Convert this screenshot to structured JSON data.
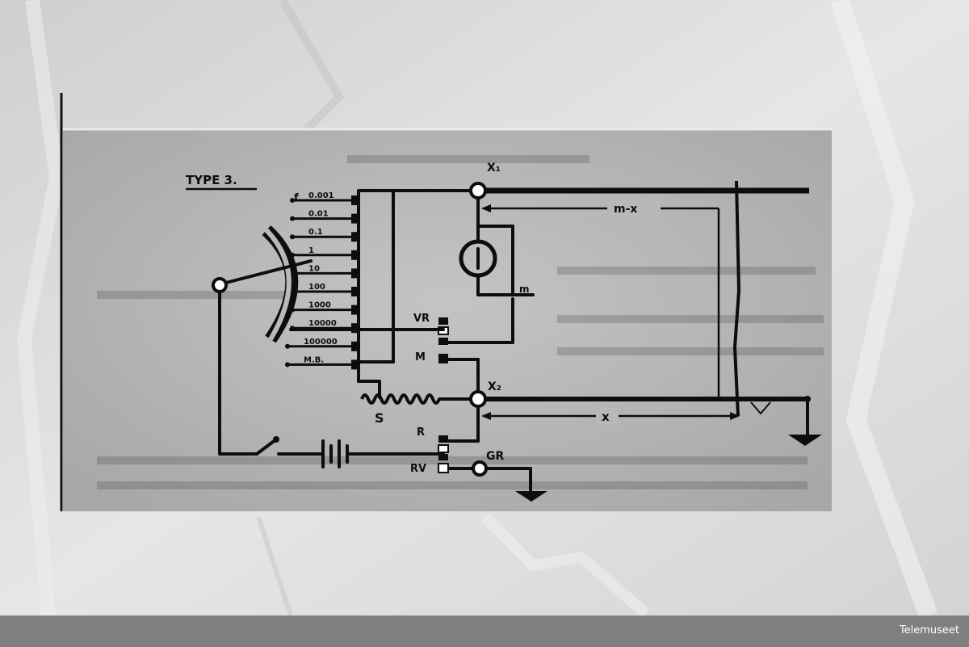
{
  "diagram": {
    "title": "TYPE 3.",
    "resistance_labels": [
      "0.001",
      "0.01",
      "0.1",
      "1",
      "10",
      "100",
      "1000",
      "10000",
      "100000",
      "M.B."
    ],
    "ratio_symbol": "f.",
    "terminals": {
      "x1": "X₁",
      "x2": "X₂",
      "gr": "GR",
      "vr": "VR",
      "m": "M",
      "r": "R",
      "rv": "RV"
    },
    "slide_resistor": "S",
    "distance_m_minus_x": "m-x",
    "distance_x": "x",
    "galvanometer_tap": "m"
  },
  "footer": {
    "credit": "Telemuseet"
  },
  "colors": {
    "paper": "#d9d9d9",
    "insert": "#b3b3b3",
    "ink": "#0d0d0d",
    "footer_bar": "#7f7f7f"
  }
}
